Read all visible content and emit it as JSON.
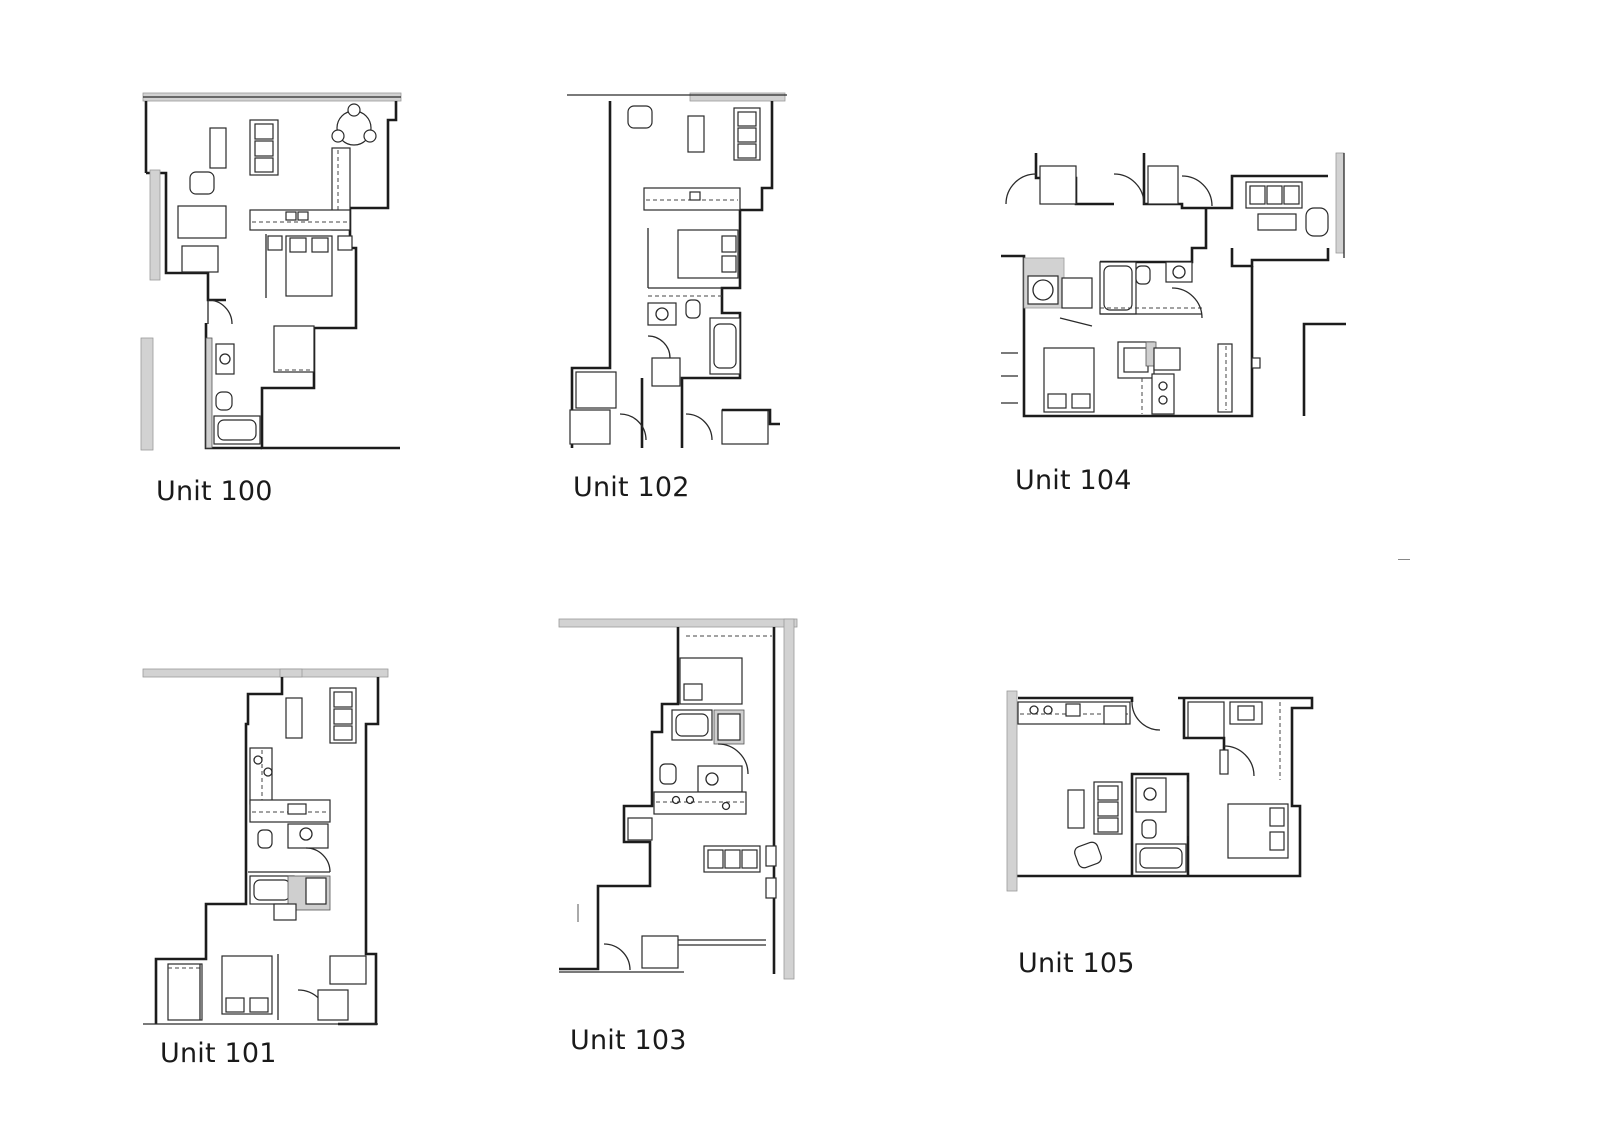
{
  "units": [
    {
      "id": "100",
      "label": "Unit 100"
    },
    {
      "id": "102",
      "label": "Unit 102"
    },
    {
      "id": "104",
      "label": "Unit 104"
    },
    {
      "id": "101",
      "label": "Unit 101"
    },
    {
      "id": "103",
      "label": "Unit 103"
    },
    {
      "id": "105",
      "label": "Unit 105"
    }
  ]
}
